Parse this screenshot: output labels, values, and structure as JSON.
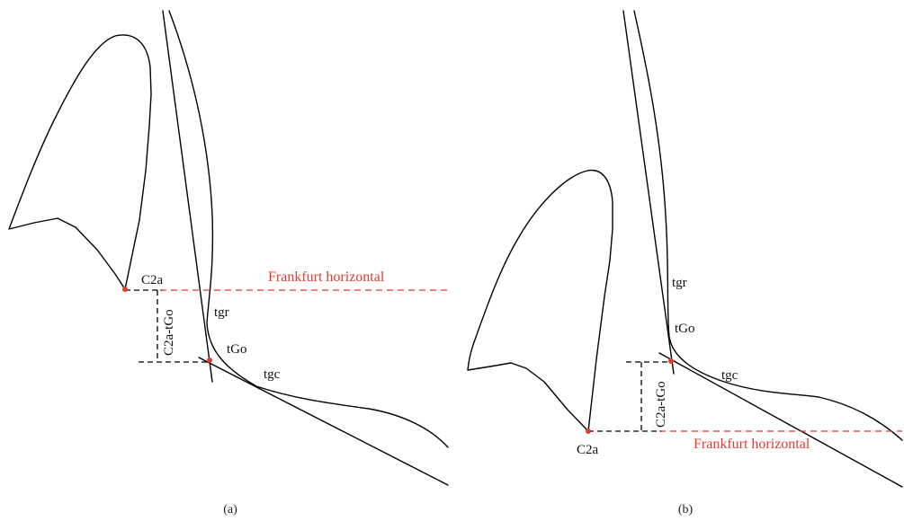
{
  "panels": [
    {
      "caption": "(a)",
      "labels": {
        "c2a": "C2a",
        "frankfurt": "Frankfurt horizontal",
        "c2a_tgo": "C2a-tGo",
        "tgr": "tgr",
        "tgo": "tGo",
        "tgc": "tgc"
      }
    },
    {
      "caption": "(b)",
      "labels": {
        "c2a": "C2a",
        "frankfurt": "Frankfurt horizontal",
        "c2a_tgo": "C2a-tGo",
        "tgr": "tgr",
        "tgo": "tGo",
        "tgc": "tgc"
      }
    }
  ],
  "colors": {
    "reference_line": "#e23b2e",
    "outline": "#000000"
  }
}
